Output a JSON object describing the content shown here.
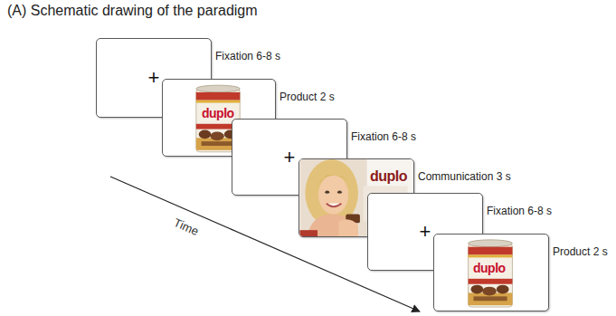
{
  "diagram": {
    "title": "(A) Schematic drawing of the paradigm",
    "nodes": [
      {
        "text": [
          "+",
          "Fixation 6-8 s"
        ]
      },
      {
        "text": [
          "duplo",
          "Product 2 s"
        ]
      },
      {
        "text": [
          "+",
          "Fixation 6-8 s"
        ]
      },
      {
        "text": [
          "duplo",
          "Communication 3 s"
        ]
      },
      {
        "text": [
          "+",
          "Fixation 6-8 s"
        ]
      },
      {
        "text": [
          "duplo",
          "Product 2 s"
        ]
      }
    ],
    "labels": [
      "Time"
    ]
  }
}
